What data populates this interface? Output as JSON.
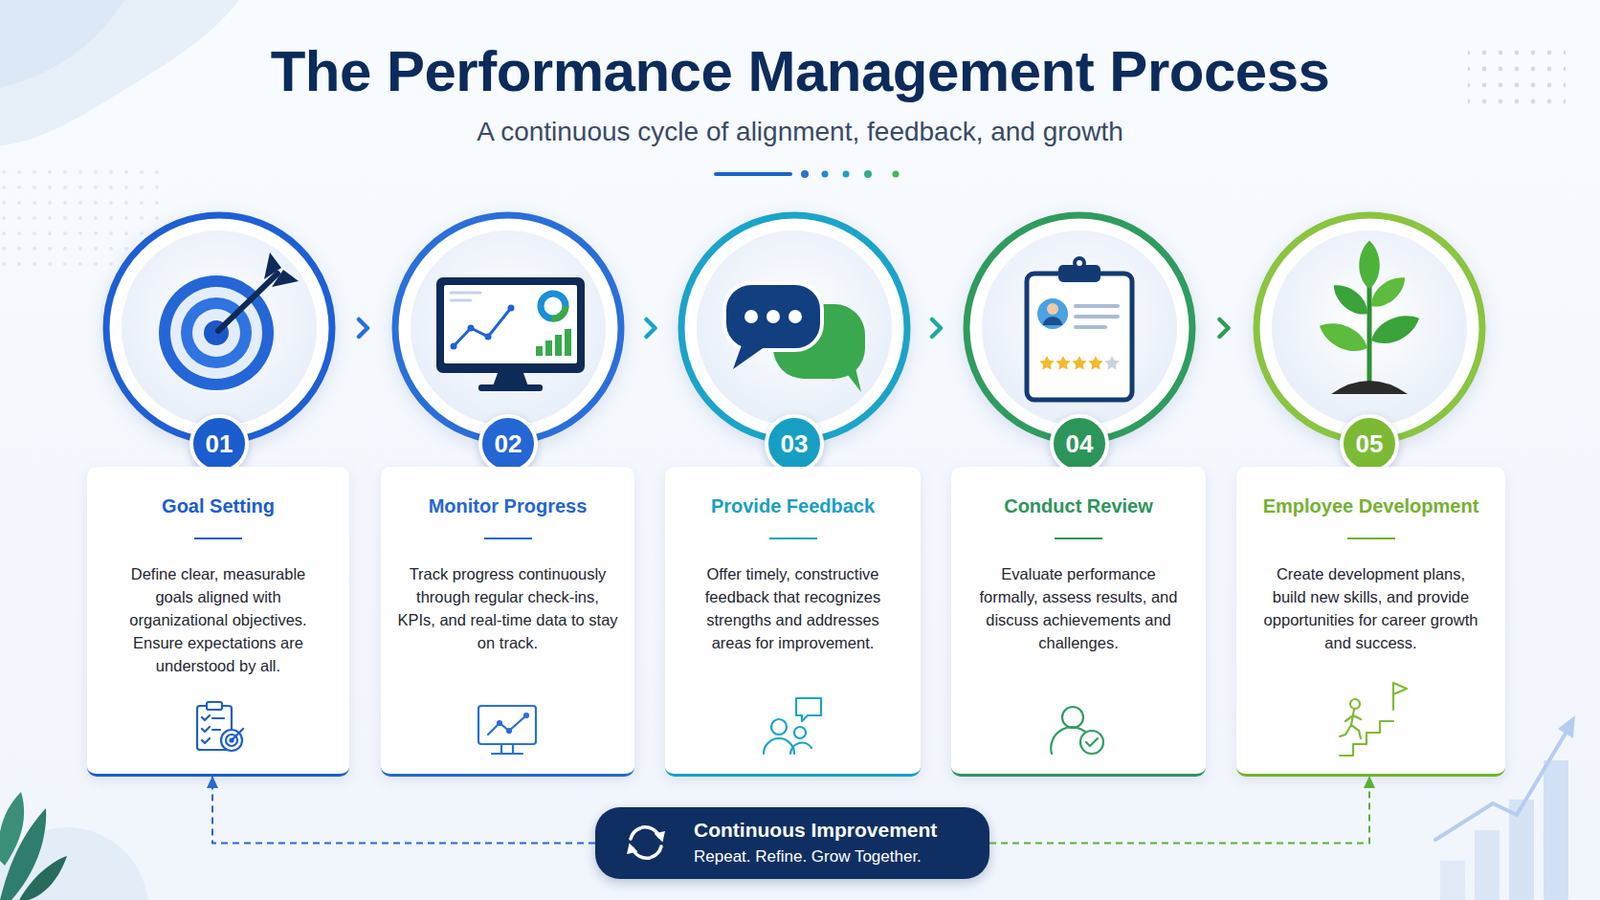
{
  "diagram": {
    "title": "The Performance Management Process",
    "nodes": [
      {
        "text": [
          "01"
        ]
      },
      {
        "text": [
          "02"
        ]
      },
      {
        "text": [
          "03"
        ]
      },
      {
        "text": [
          "04"
        ]
      },
      {
        "text": [
          "05"
        ]
      },
      {
        "text": [
          "Goal Setting",
          "Define clear, measurable goals aligned with organizational objectives. Ensure expectations are understood by all."
        ]
      },
      {
        "text": [
          "Monitor Progress",
          "Track progress continuously through regular check-ins, KPIs, and real-time data to stay on track."
        ]
      },
      {
        "text": [
          "Provide Feedback",
          "Offer timely, constructive feedback that recognizes strengths and addresses areas for improvement."
        ]
      },
      {
        "text": [
          "Conduct Review",
          "Evaluate performance formally, assess results, and discuss achievements and challenges."
        ]
      },
      {
        "text": [
          "Employee Development",
          "Create development plans, build new skills, and provide opportunities for career growth and success."
        ]
      },
      {
        "text": [
          "Continuous Improvement",
          "Repeat. Refine. Grow Together."
        ]
      }
    ],
    "edges": [
      {
        "from": 0,
        "to": 1,
        "arrow": "to"
      },
      {
        "from": 1,
        "to": 2,
        "arrow": "to"
      },
      {
        "from": 2,
        "to": 3,
        "arrow": "to"
      },
      {
        "from": 3,
        "to": 4,
        "arrow": "to"
      },
      {
        "from": 10,
        "to": 5,
        "arrow": "to"
      },
      {
        "from": 10,
        "to": 9,
        "arrow": "to"
      }
    ],
    "labels": [
      "A continuous cycle of alignment, feedback, and growth"
    ]
  }
}
